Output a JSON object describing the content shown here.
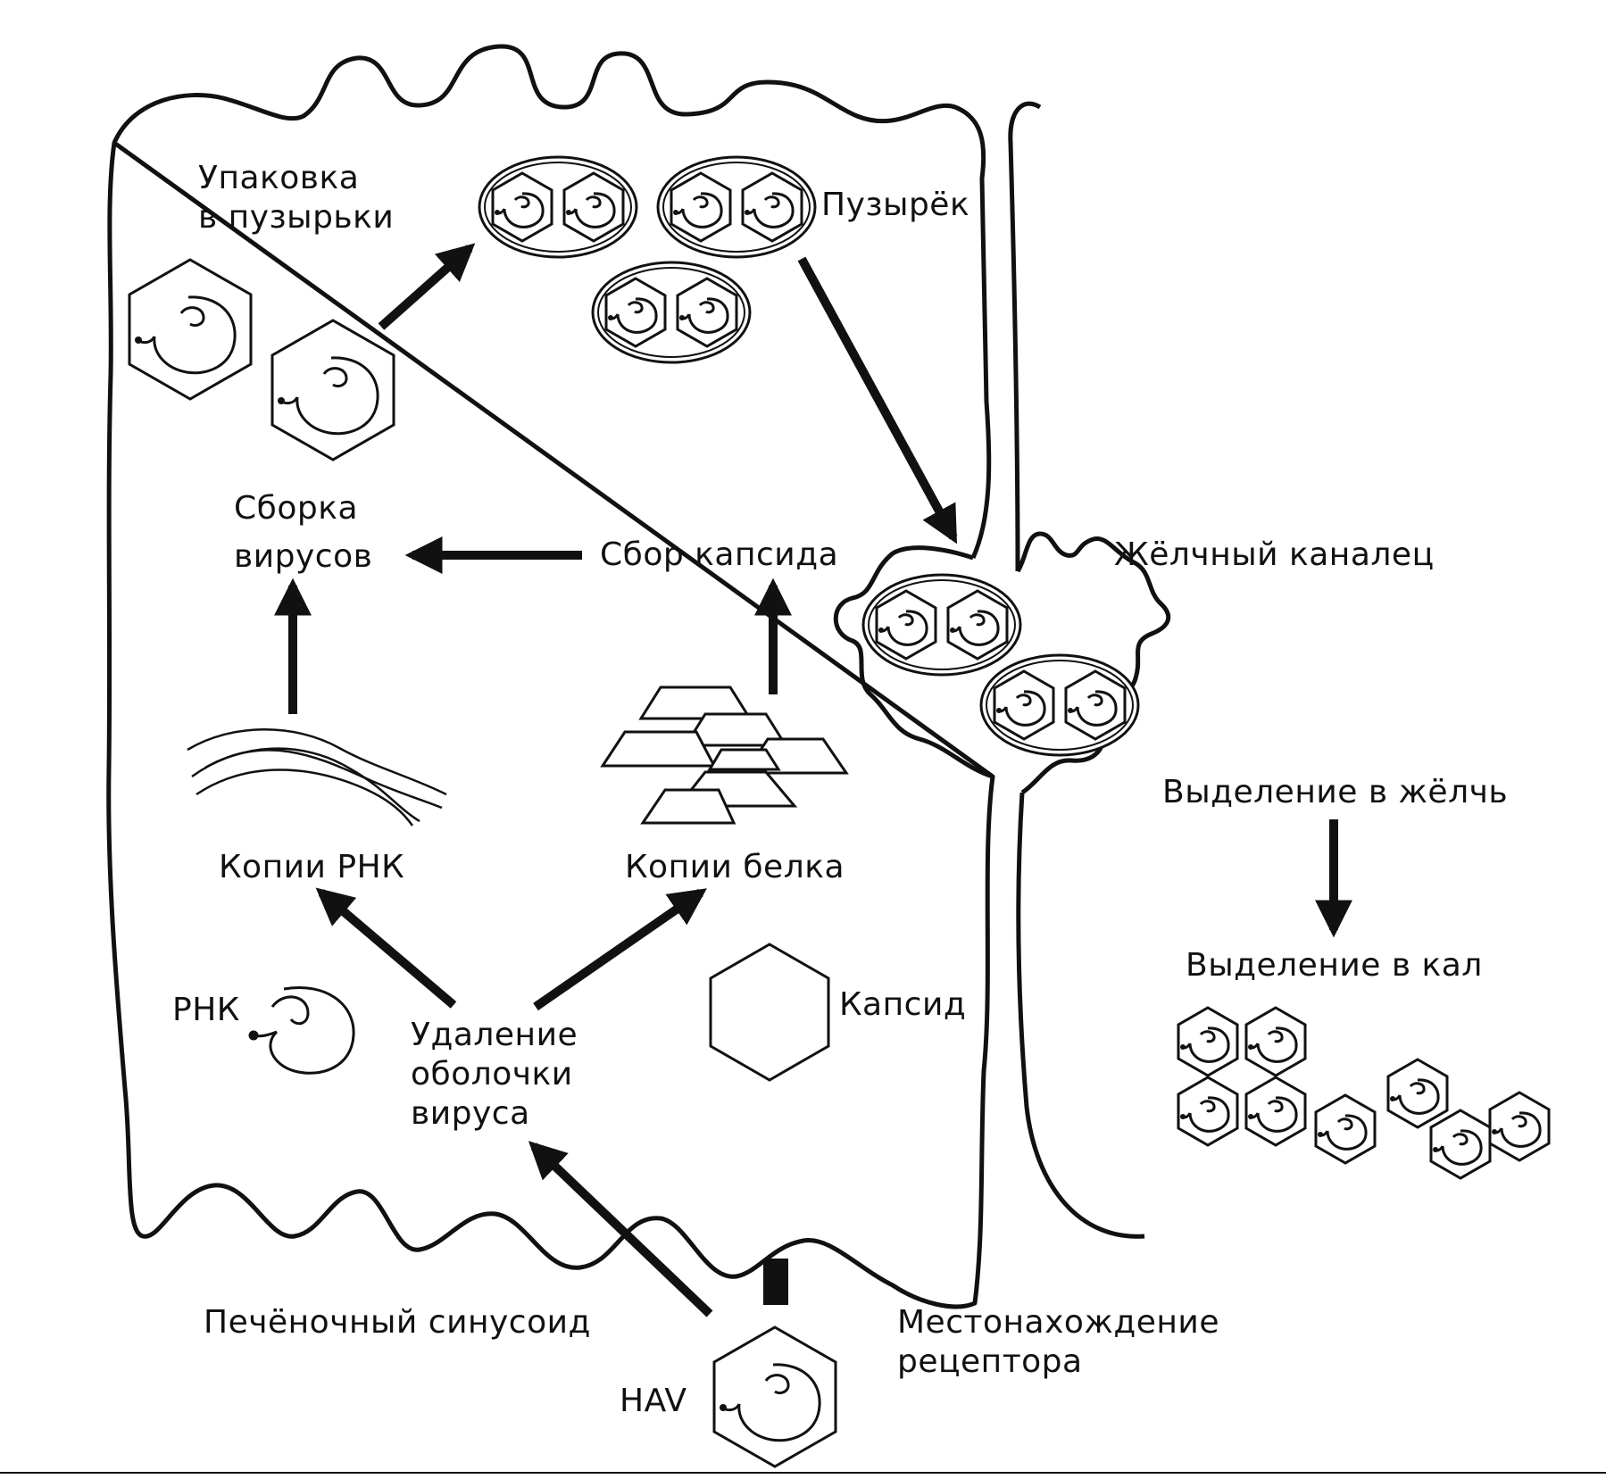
{
  "labels": {
    "packaging_line1": "Упаковка",
    "packaging_line2": "в пузырьки",
    "vesicle": "Пузырёк",
    "assembly_line1": "Сборка",
    "assembly_line2": "вирусов",
    "capsid_assembly": "Сбор капсида",
    "bile_canaliculus": "Жёлчный каналец",
    "rna_copies": "Копии РНК",
    "protein_copies": "Копии белка",
    "bile_secretion": "Выделение в жёлчь",
    "fecal_excretion": "Выделение в кал",
    "rna": "РНК",
    "uncoating_line1": "Удаление",
    "uncoating_line2": "оболочки",
    "uncoating_line3": "вируса",
    "capsid": "Капсид",
    "hepatic_sinusoid": "Печёночный синусоид",
    "receptor_line1": "Местонахождение",
    "receptor_line2": "рецептора",
    "hav": "HAV"
  },
  "colors": {
    "ink": "#111111",
    "background": "#ffffff"
  },
  "icons": [
    "virion-icon",
    "vesicle-icon",
    "capsid-protein-icon",
    "rna-strand-icon",
    "receptor-icon",
    "arrow-icon"
  ]
}
